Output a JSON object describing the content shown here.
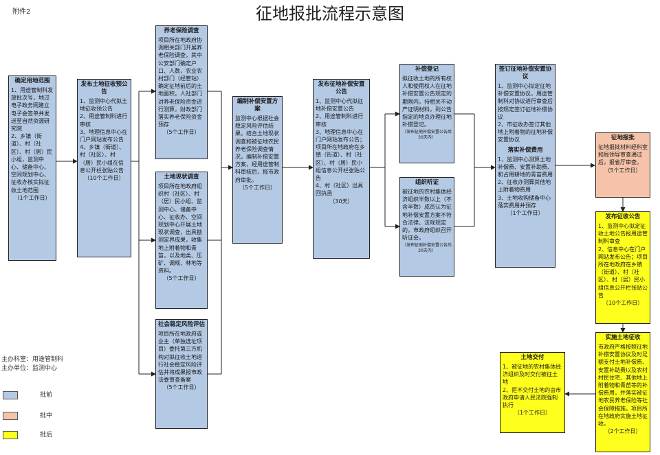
{
  "attachment_label": "附件2",
  "title": "征地报批流程示意图",
  "sponsor": {
    "department": "主办科室：用途管制科",
    "unit": "主办单位：监测中心"
  },
  "legend": [
    {
      "label": "批前",
      "color": "#b4c9e3"
    },
    {
      "label": "批中",
      "color": "#f4c3a9"
    },
    {
      "label": "批后",
      "color": "#ffff1e"
    }
  ],
  "colors": {
    "before": "#b4c9e3",
    "during": "#f4c3a9",
    "after": "#ffff1e"
  },
  "nodes": {
    "n1": {
      "title": "确定用地范围",
      "body": "1、用途管制科发放批次号，地过电子政务网建立电子会签单并发送至自然资源研究院\n2、乡镇（街道）、村（社区）、村（居）民小组，监测中心、储备中心、空间规划中心、征收办核实拟征收土地范围",
      "duration": "（1个工作日）"
    },
    "n2": {
      "title": "发布土地征收预公告",
      "body": "1、监测中心代拟土地征收预公告\n2、用途管制科进行审核\n3、地理信息中心在门户网站发布公告\n4、乡镇（街道）、村（社区）、村（居）民小组在信息公开栏张贴公告",
      "duration": "（10个工作日）"
    },
    "n3": {
      "title": "养老保险调查",
      "body": "项目所在地政府协调相关部门开展养老保险调查，其中公安部门确定户口、人数，农业农村部门（经管站）确定征地前后的土地面积，人社部门对养老保险资金进行测算，财政部门落实养老保险资金预存",
      "duration": "（5个工作日）"
    },
    "n4": {
      "title": "土地现状调查",
      "body": "项目所在地政府组织村（社区）、村（居）民小组、监测中心、储备中心、征收办、空间规划中心开展土地现状调查，出具勘测定界成果，收集地上附着物和青苗，以及地类、压矿、调规、林地等资料。",
      "duration": "（5个工作日）"
    },
    "n5": {
      "title": "社会稳定风险评估",
      "body": "项目所在地政府或业主（单独选址项目）委托第三方机构对拟征收土地进行社会稳定风险评估并将成果报市政法委审查备案",
      "duration": "（5个工作日）"
    },
    "n6": {
      "title": "编制补偿安置方案",
      "body": "监测中心根据社会稳定风险评估结果，结合土地现状调查和被征地农民养老保险调查情况，编制补偿安置方案，经用途管制科审核后，报市政府审批。",
      "duration": "（5个工作日）"
    },
    "n7": {
      "title": "发布征地补偿安置公告",
      "body": "1、监测中心代拟征地补偿安置公告\n2、用途管制科进行审核\n3、地理信息中心在门户网站发布公告；项目所在地政府在乡镇（街道）、村（社区）、村（居）民小组信息公开栏张贴公告\n4、村（社区）出具回执函",
      "duration": "（30天）"
    },
    "n8": {
      "title": "补偿登记",
      "body": "拟征收土地的所有权人和使用权人在征地补偿安置公告规定的期限内，持相关不动产证明材料，到公告指定的地点办理征地补偿登记。",
      "note": "（发布征地补偿安置公告后30天内）"
    },
    "n9": {
      "title": "组织听证",
      "body": "被征地的农村集体经济组织半数以上（不含半数）成员认为征地补偿安置方案不符合法律、法规规定的，市政府组织召开听证会。",
      "note": "（发布征地补偿安置公告后30天内）"
    },
    "n10": {
      "title": "签订征地补偿安置协议",
      "body": "1、监测中心拟定征地补偿安置协议，用途管制科对协议进行审查后按规定签订征地补偿协议\n2、市征收办签订其他地上附着物的征地补偿安置协议",
      "title2": "落实补偿费用",
      "body2": "1、监测中心测算土地补偿费、安置补助费、和占用耕地的青苗费用\n2、征收办测算其他地上附着物费用\n3、土地收购储备中心落实费用并预存",
      "duration": "（1个工作日）"
    },
    "n11": {
      "title": "征地报批",
      "body": "征地报批材料经科室和局领导审查通过后，报省厅审查。",
      "duration": "（5个工作日）"
    },
    "n12": {
      "title": "发布征收公告",
      "body": "1、监测中心拟定征收土地公告报用途管制科审查\n2、信息中心在门户网站发布公告；项目所在地政府在乡镇（街道）、村（社区）、村（居）民小组信息公开栏张贴公告",
      "duration": "（10个工作日）"
    },
    "n13": {
      "title": "实施土地征收",
      "body": "市政府严格按照征地补偿安置协议及时足额支付土地补偿费、安置补助费以及农村村民住宅、其他地上附着物和青苗等的补偿费用，并落实被征地农民养老保险等社会保障措施，项目所在地政府实施土地征收。",
      "duration": "（2个工作日）"
    },
    "n14": {
      "title": "土地交付",
      "body": "1、被征地的农村集体经济组织及时交付被征土地\n2、拒不交付土地的由市政府申请人民法院强制执行",
      "duration": "（1个工作日）"
    }
  }
}
